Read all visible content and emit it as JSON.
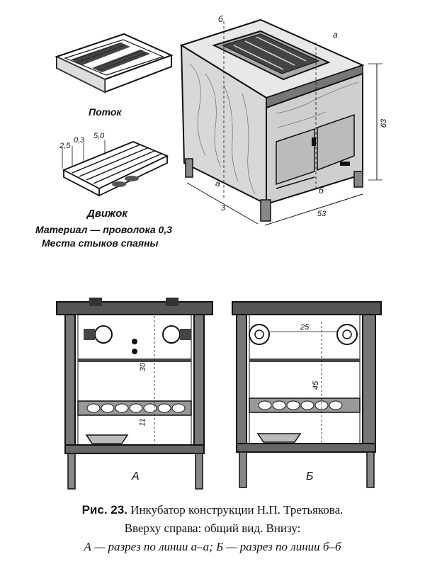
{
  "labels": {
    "tray": "Поток",
    "slider": "Движок",
    "material": "Материал — проволока 0,3",
    "joints": "Места стыков спаяны",
    "section_a": "А",
    "section_b": "Б"
  },
  "markers": {
    "b_top": "б",
    "a_top": "а",
    "a_bottom": "а",
    "b_bottom": "б"
  },
  "dimensions": {
    "wire_1": "2,5",
    "wire_2": "0,3",
    "wire_3": "5,0",
    "box_height": "63",
    "box_width": "53",
    "box_depth": "3",
    "section_a_upper": "30",
    "section_a_lower": "11",
    "section_b_lamps": "25",
    "section_b_height": "45"
  },
  "caption": {
    "prefix": "Рис. 23.",
    "title": "Инкубатор конструкции Н.П. Третьякова.",
    "line2": "Вверху справа: общий вид. Внизу:",
    "line3": "А — разрез по линии а–а; Б — разрез по линии б–б"
  }
}
